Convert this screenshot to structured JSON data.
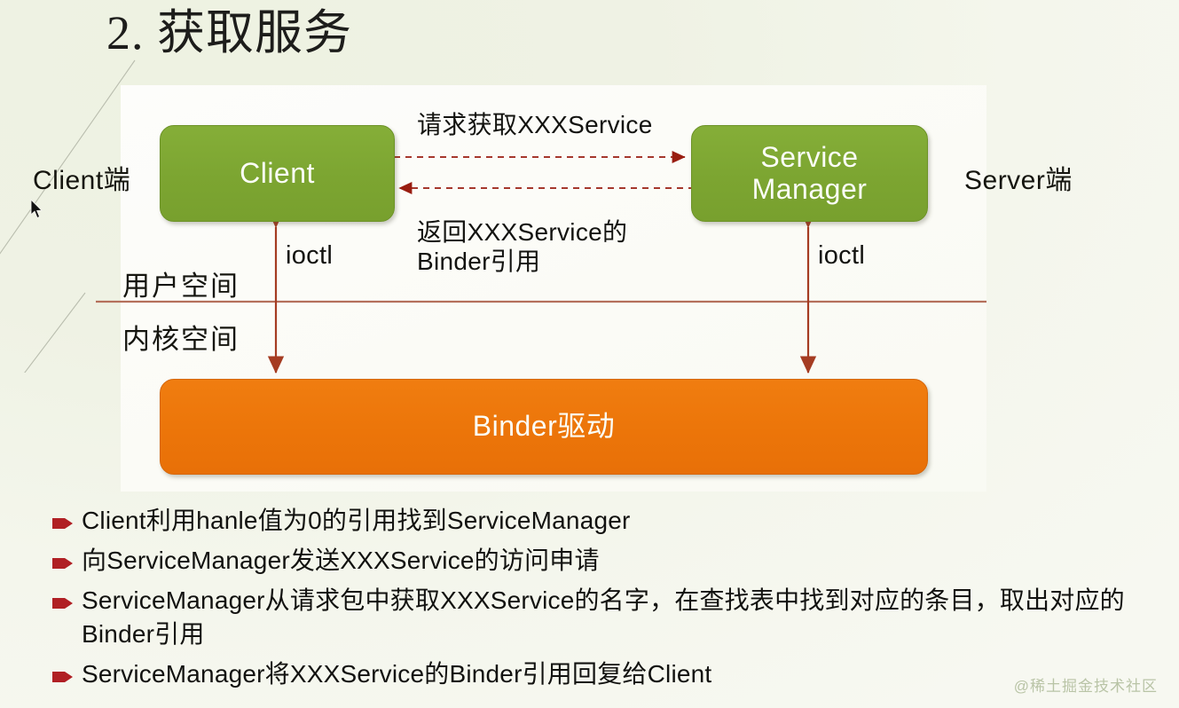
{
  "slide": {
    "title": "2. 获取服务",
    "watermark": "@稀土掘金技术社区"
  },
  "diagram": {
    "side_labels": {
      "client": "Client端",
      "server": "Server端"
    },
    "nodes": [
      {
        "id": "client",
        "label": "Client",
        "color": "#7ca531"
      },
      {
        "id": "service-manager",
        "label": "Service\nManager",
        "color": "#7ca531"
      },
      {
        "id": "binder-driver",
        "label": "Binder驱动",
        "color": "#ec7509"
      }
    ],
    "edges": [
      {
        "id": "request",
        "label": "请求获取XXXService",
        "from": "client",
        "to": "service-manager",
        "style": "dashed",
        "color": "#8e2a1c"
      },
      {
        "id": "return",
        "label": "返回XXXService的\nBinder引用",
        "from": "service-manager",
        "to": "client",
        "style": "dashed",
        "color": "#8e2a1c"
      },
      {
        "id": "ioctl-left",
        "label": "ioctl",
        "from": "client",
        "to": "binder-driver",
        "style": "solid-double",
        "color": "#b5543c"
      },
      {
        "id": "ioctl-right",
        "label": "ioctl",
        "from": "service-manager",
        "to": "binder-driver",
        "style": "solid-double",
        "color": "#b5543c"
      }
    ],
    "space_divider": {
      "upper_label": "用户空间",
      "lower_label": "内核空间",
      "color": "#b5705c"
    }
  },
  "bullets": [
    {
      "text": "Client利用hanle值为0的引用找到ServiceManager"
    },
    {
      "text": "向ServiceManager发送XXXService的访问申请"
    },
    {
      "text": "ServiceManager从请求包中获取XXXService的名字，在查找表中找到对应的条目，取出对应的Binder引用"
    },
    {
      "text": "ServiceManager将XXXService的Binder引用回复给Client"
    }
  ],
  "bullet_marker_color": "#b01f24"
}
